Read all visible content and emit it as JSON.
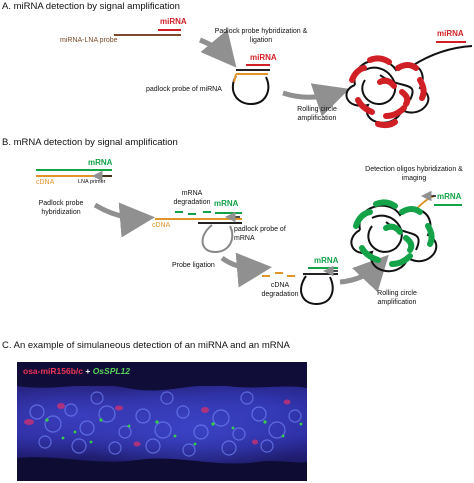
{
  "sections": {
    "a_title": "A. miRNA detection by signal amplification",
    "b_title": "B. mRNA detection by signal amplification",
    "c_title": "C. An example of simulaneous detection of an miRNA and an mRNA"
  },
  "panel_a": {
    "mirna_top": "miRNA",
    "lna_probe": "miRNA-LNA probe",
    "hybridization": "Padlock probe hybridization & ligation",
    "mirna_mid": "miRNA",
    "padlock": "padlock probe of miRNA",
    "rolling": "Rolling circle amplification",
    "mirna_right": "miRNA"
  },
  "panel_b": {
    "mrna_top": "mRNA",
    "cdna_top": "cDNA",
    "lna_primer": "LNA primer",
    "hybridization": "Padlock probe hybridization",
    "degradation": "mRNA degradation",
    "mrna_mid": "mRNA",
    "cdna_mid": "cDNA",
    "padlock": "padlock probe of mRNA",
    "ligation": "Probe ligation",
    "mrna_low": "mRNA",
    "cdna_degradation": "cDNA degradation",
    "rolling": "Rolling circle amplification",
    "detection": "Detection oligos hybridization & imaging",
    "mrna_right": "mRNA"
  },
  "panel_c": {
    "caption_mirna": "osa-miR156b/c",
    "caption_plus": " + ",
    "caption_mrna": "OsSPL12"
  },
  "colors": {
    "mirna_red": "#d11f26",
    "mrna_green": "#15a34a",
    "probe_brown": "#7a4a2a",
    "cdna_orange": "#e0942a"
  }
}
